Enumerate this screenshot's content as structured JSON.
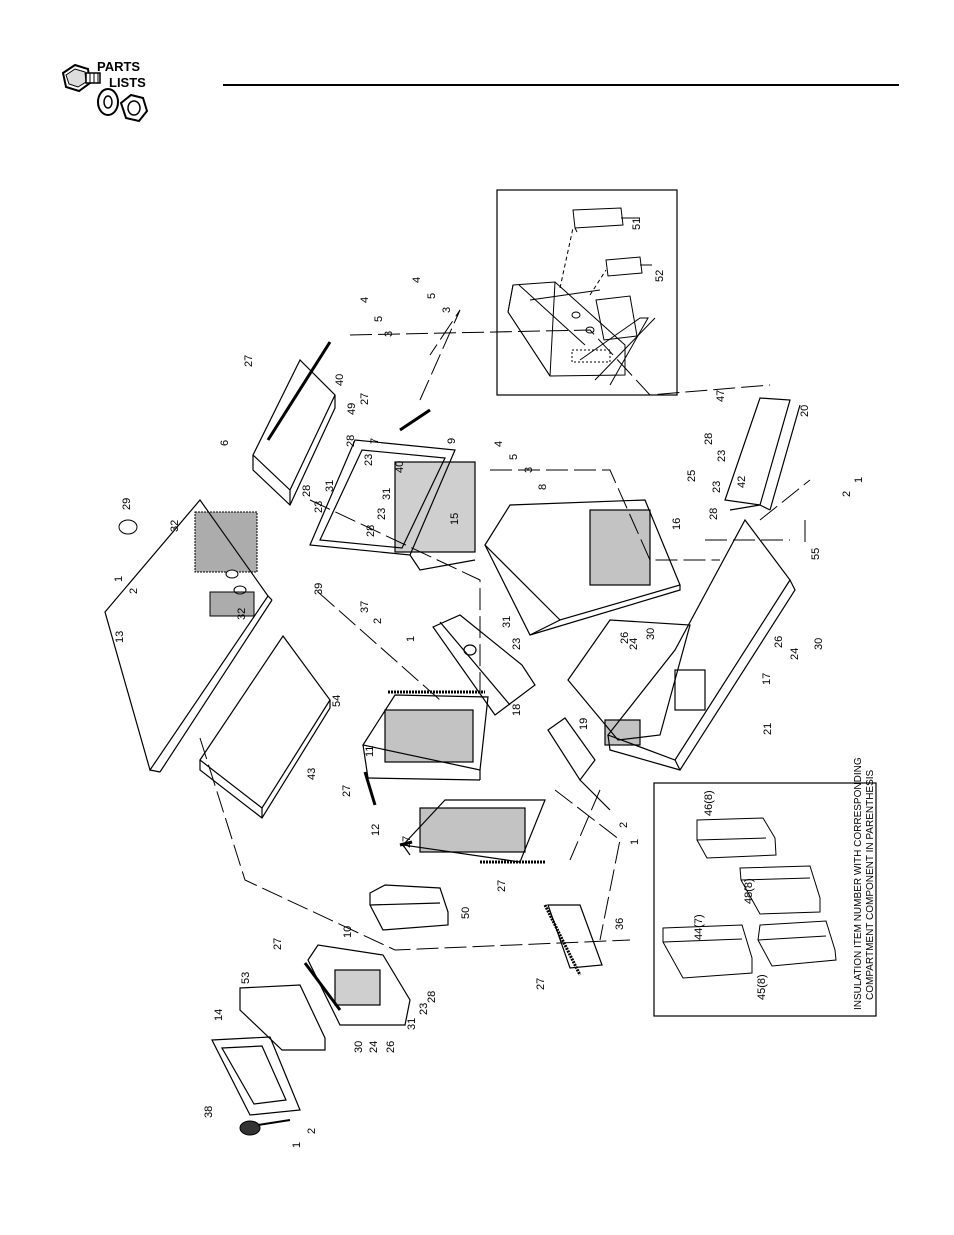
{
  "header": {
    "logo_line1": "PARTS",
    "logo_line2": "LISTS"
  },
  "insulation_note": {
    "line1": "INSULATION ITEM NUMBER WITH CORRESPONDING",
    "line2": "COMPARTMENT COMPONENT IN PARENTHESIS"
  },
  "insulation_items": [
    {
      "label": "46(8)"
    },
    {
      "label": "48(8)"
    },
    {
      "label": "44(7)"
    },
    {
      "label": "45(8)"
    }
  ],
  "inset_callouts": [
    {
      "label": "51"
    },
    {
      "label": "52"
    }
  ],
  "callouts": [
    "29",
    "32",
    "1",
    "2",
    "13",
    "39",
    "32",
    "4",
    "5",
    "3",
    "4",
    "5",
    "3",
    "27",
    "40",
    "49",
    "6",
    "28",
    "23",
    "31",
    "28",
    "23",
    "7",
    "27",
    "9",
    "40",
    "23",
    "31",
    "28",
    "37",
    "15",
    "2",
    "1",
    "4",
    "5",
    "3",
    "8",
    "47",
    "20",
    "28",
    "23",
    "25",
    "1",
    "2",
    "23",
    "42",
    "16",
    "28",
    "55",
    "31",
    "23",
    "18",
    "26",
    "24",
    "30",
    "26",
    "24",
    "30",
    "17",
    "21",
    "54",
    "43",
    "11",
    "27",
    "19",
    "2",
    "1",
    "12",
    "27",
    "27",
    "50",
    "36",
    "27",
    "10",
    "27",
    "53",
    "28",
    "23",
    "31",
    "30",
    "24",
    "26",
    "14",
    "38",
    "1",
    "2"
  ]
}
